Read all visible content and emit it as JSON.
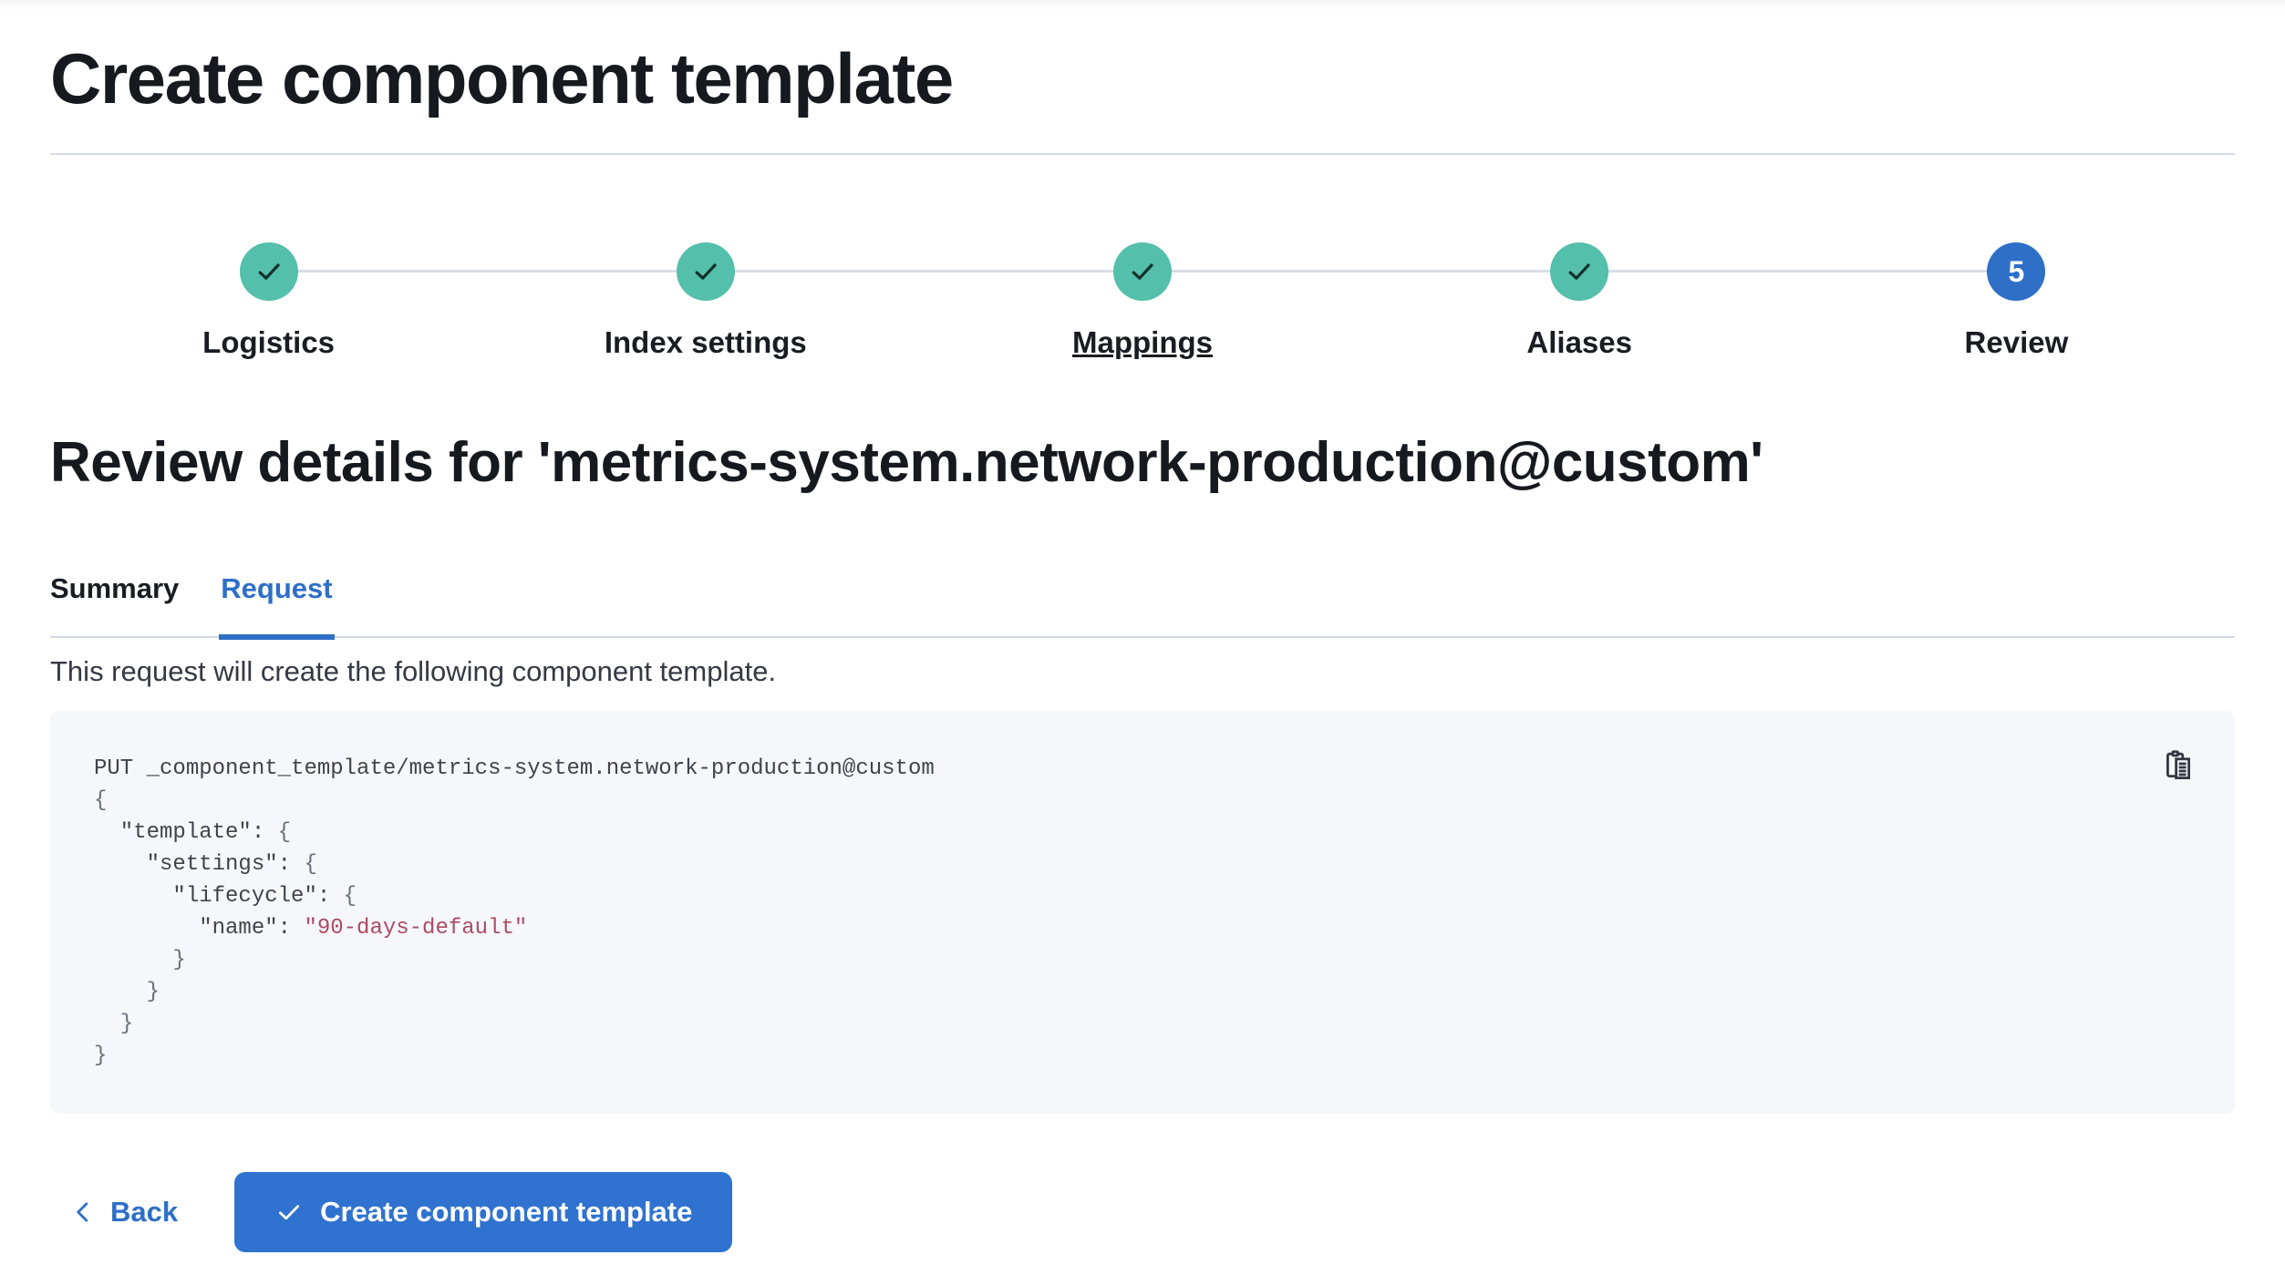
{
  "page": {
    "title": "Create component template"
  },
  "stepper": {
    "steps": [
      {
        "label": "Logistics",
        "status": "complete",
        "icon": "check-icon"
      },
      {
        "label": "Index settings",
        "status": "complete",
        "icon": "check-icon"
      },
      {
        "label": "Mappings",
        "status": "complete",
        "icon": "check-icon",
        "underlined": true
      },
      {
        "label": "Aliases",
        "status": "complete",
        "icon": "check-icon"
      },
      {
        "label": "Review",
        "status": "current",
        "number": "5"
      }
    ]
  },
  "review": {
    "heading": "Review details for 'metrics-system.network-production@custom'",
    "tabs": [
      {
        "label": "Summary",
        "active": false
      },
      {
        "label": "Request",
        "active": true
      }
    ],
    "description": "This request will create the following component template."
  },
  "code_block": {
    "copy_icon": "copy-clipboard-icon",
    "lines": [
      [
        {
          "text": "PUT _component_template/metrics-system.network-production@custom",
          "type": "plain"
        }
      ],
      [
        {
          "text": "{",
          "type": "punct"
        }
      ],
      [
        {
          "text": "  \"template\": ",
          "type": "plain"
        },
        {
          "text": "{",
          "type": "punct"
        }
      ],
      [
        {
          "text": "    \"settings\": ",
          "type": "plain"
        },
        {
          "text": "{",
          "type": "punct"
        }
      ],
      [
        {
          "text": "      \"lifecycle\": ",
          "type": "plain"
        },
        {
          "text": "{",
          "type": "punct"
        }
      ],
      [
        {
          "text": "        \"name\": ",
          "type": "plain"
        },
        {
          "text": "\"90-days-default\"",
          "type": "string"
        }
      ],
      [
        {
          "text": "      }",
          "type": "punct"
        }
      ],
      [
        {
          "text": "    }",
          "type": "punct"
        }
      ],
      [
        {
          "text": "  }",
          "type": "punct"
        }
      ],
      [
        {
          "text": "}",
          "type": "punct"
        }
      ]
    ]
  },
  "footer": {
    "back_label": "Back",
    "create_label": "Create component template"
  },
  "colors": {
    "primary_blue": "#2E6FC7",
    "button_blue": "#2F72D0",
    "step_success_teal": "#54BFAA",
    "divider_gray": "#D3DAE6",
    "code_background": "#F6F7FA",
    "code_string": "#AC4B64",
    "heading_text": "#16191E",
    "body_text": "#353944"
  }
}
